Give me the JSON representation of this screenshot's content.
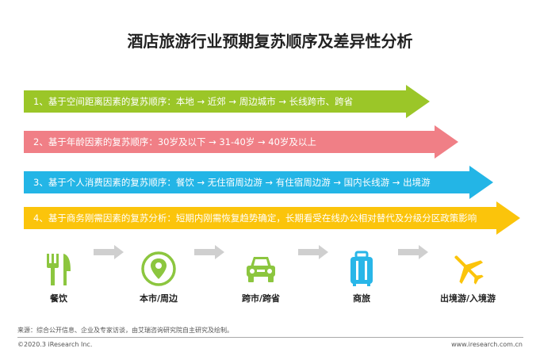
{
  "title": "酒店旅游行业预期复苏顺序及差异性分析",
  "arrows": [
    {
      "text": "1、基于空间距离因素的复苏顺序：本地 → 近郊 → 周边城市 → 长线跨市、跨省",
      "color": "#9bc628"
    },
    {
      "text": "2、基于年龄因素的复苏顺序：30岁及以下 → 31-40岁 → 40岁及以上",
      "color": "#f07f86"
    },
    {
      "text": "3、基于个人消费因素的复苏顺序：餐饮 → 无住宿周边游 → 有住宿周边游 → 国内长线游 → 出境游",
      "color": "#23b5e6"
    },
    {
      "text": "4、基于商务刚需因素的复苏分析：短期内刚需恢复趋势确定，长期看受在线办公相对替代及分级分区政策影响",
      "color": "#fbc40b"
    }
  ],
  "icons": [
    {
      "icon": "cutlery-icon",
      "label": "餐饮",
      "color": "#8cc63f"
    },
    {
      "icon": "location-pin-icon",
      "label": "本市/周边",
      "color": "#8cc63f"
    },
    {
      "icon": "car-icon",
      "label": "跨市/跨省",
      "color": "#8cc63f"
    },
    {
      "icon": "luggage-icon",
      "label": "商旅",
      "color": "#29b6e8"
    },
    {
      "icon": "airplane-icon",
      "label": "出境游/入境游",
      "color": "#fbc40b"
    }
  ],
  "source": "来源：综合公开信息、企业及专家访谈，由艾瑞咨询研究院自主研究及绘制。",
  "footer": {
    "copyright": "©2020.3 iResearch Inc.",
    "website": "www.iresearch.com.cn"
  }
}
